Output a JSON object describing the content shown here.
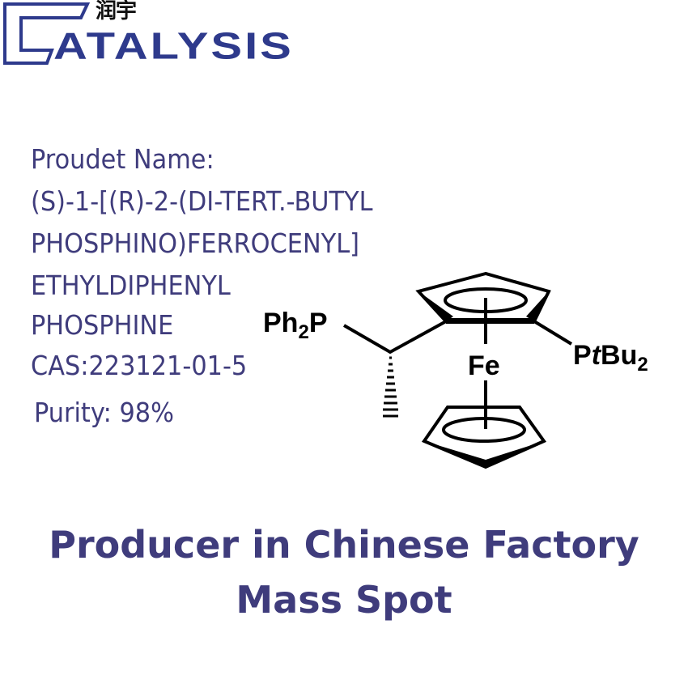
{
  "logo": {
    "chinese": "润宇",
    "brand": "ATALYSIS",
    "full_text": "CATALYSIS"
  },
  "product": {
    "name_label": "Proudet Name:",
    "name_lines": [
      "(S)-1-[(R)-2-(DI-TERT.-BUTYL",
      "PHOSPHINO)FERROCENYL]",
      "ETHYLDIPHENYL",
      "PHOSPHINE"
    ],
    "cas": "CAS:223121-01-5",
    "purity": "Purity: 98%"
  },
  "structure": {
    "left_group": "Ph",
    "left_sub": "2",
    "left_p": "P",
    "metal": "Fe",
    "right_p": "P",
    "right_t": "t",
    "right_bu": "Bu",
    "right_sub": "2"
  },
  "tagline": {
    "line1": "Producer in Chinese Factory",
    "line2": "Mass Spot"
  },
  "colors": {
    "brand": "#2e3a8c",
    "text": "#3f3c7c"
  }
}
